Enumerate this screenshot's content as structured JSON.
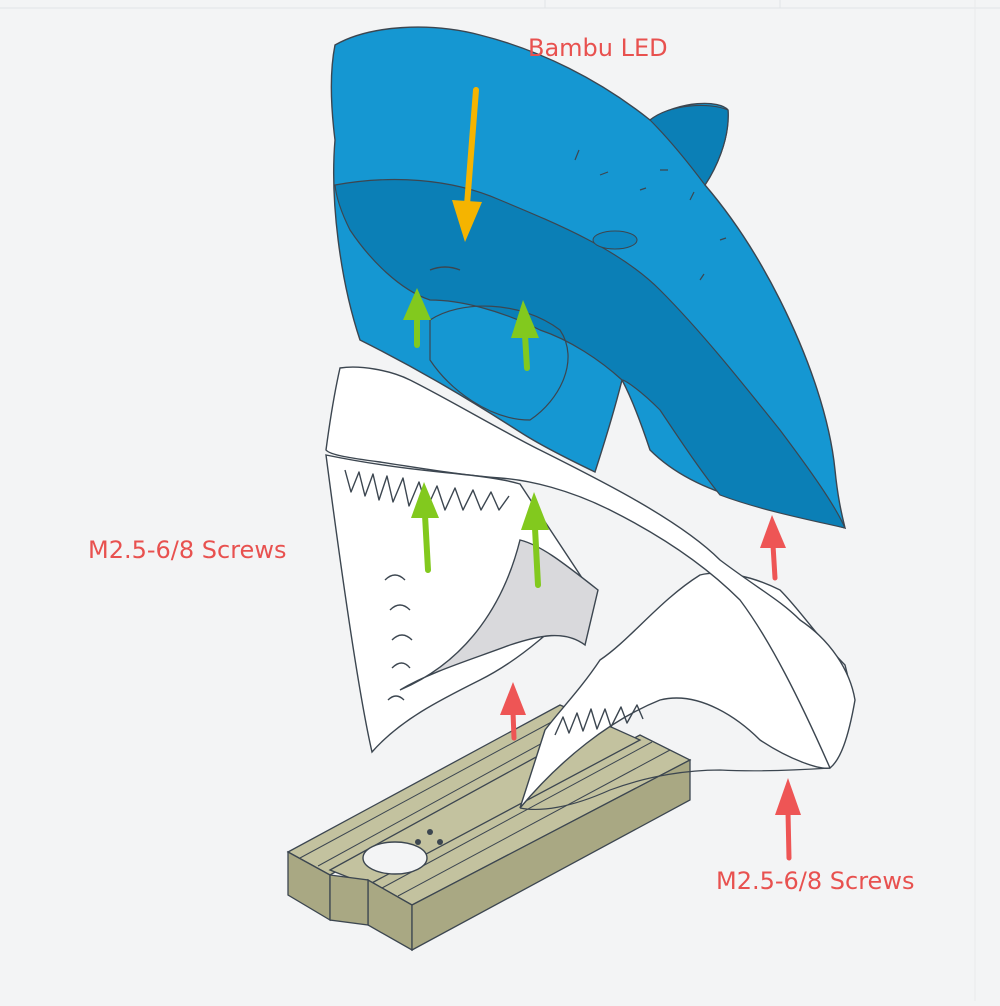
{
  "labels": {
    "bambu_led": "Bambu LED",
    "screws_left": "M2.5-6/8 Screws",
    "screws_right": "M2.5-6/8 Screws"
  },
  "colors": {
    "background": "#f3f4f5",
    "head": "#1597d2",
    "head_shade": "#0b7fb6",
    "jaw": "#ffffff",
    "jaw_shade": "#e6e6e8",
    "base": "#c3c29f",
    "base_shade": "#a9a883",
    "outline": "#3c4650",
    "label_red": "#e8514f",
    "arrow_orange": "#f5b400",
    "arrow_green": "#82c91e",
    "arrow_red": "#ee5555"
  },
  "icons": {
    "led_arrow": "arrow-down-icon",
    "screw_arrow": "arrow-up-icon"
  }
}
